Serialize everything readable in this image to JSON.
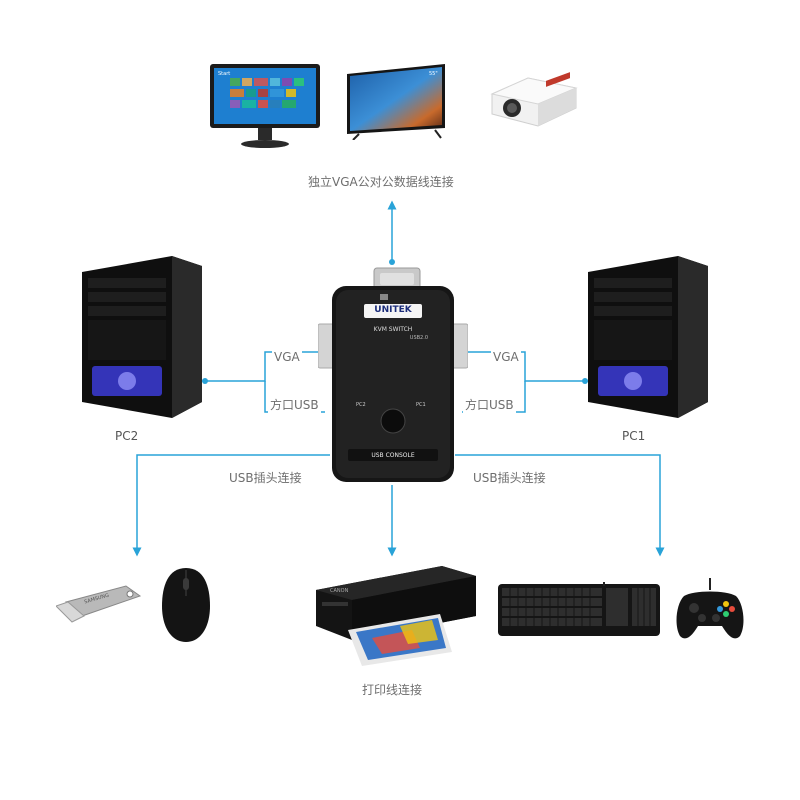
{
  "top_caption": "独立VGA公对公数据线连接",
  "left": {
    "vga": "VGA",
    "usb": "方口USB",
    "pc": "PC2",
    "usb_plug": "USB插头连接"
  },
  "right": {
    "vga": "VGA",
    "usb": "方口USB",
    "pc": "PC1",
    "usb_plug": "USB插头连接"
  },
  "bottom_caption": "打印线连接",
  "switch": {
    "brand": "UNITEK",
    "model": "KVM SWITCH",
    "model_sub": "USB2.0",
    "pc1": "PC1",
    "pc2": "PC2",
    "console": "USB CONSOLE"
  },
  "monitor_screen": {
    "top_text": "Start"
  },
  "tv_screen_text": "55\"",
  "usb_stick_text": "SAMSUNG",
  "printer_brand": "CANON",
  "colors": {
    "connector": "#29a3d8",
    "device": "#1c1c1c",
    "pc_window": "#3b3bd6"
  }
}
